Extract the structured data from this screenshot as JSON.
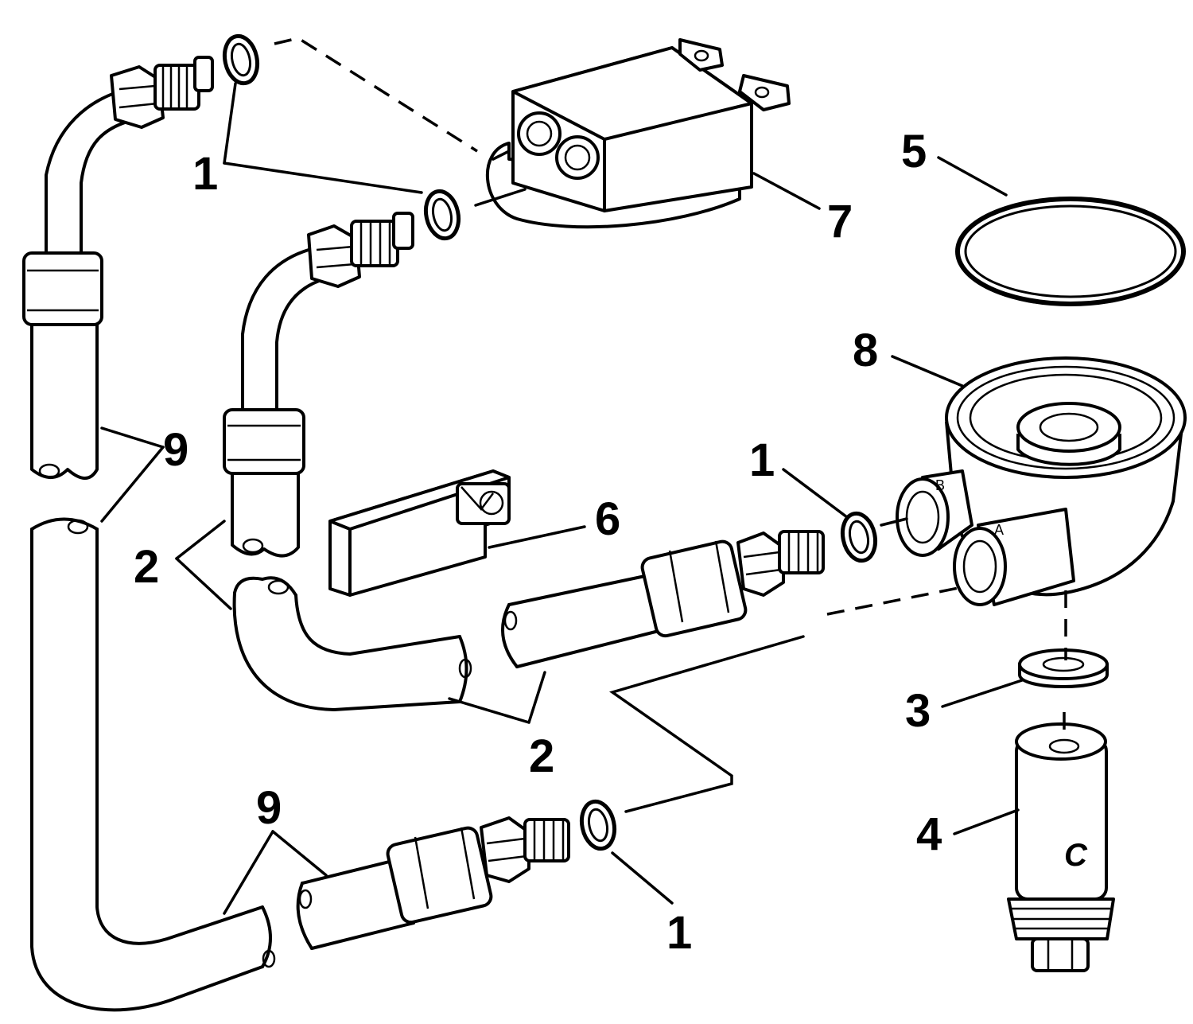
{
  "callouts": {
    "c1a": "1",
    "c1b": "1",
    "c1c": "1",
    "c2a": "2",
    "c2b": "2",
    "c3": "3",
    "c4": "4",
    "c5": "5",
    "c6": "6",
    "c7": "7",
    "c8": "8",
    "c9a": "9",
    "c9b": "9"
  },
  "stamps": {
    "port_b": "B",
    "port_a": "A",
    "sensor_mark": "C"
  }
}
